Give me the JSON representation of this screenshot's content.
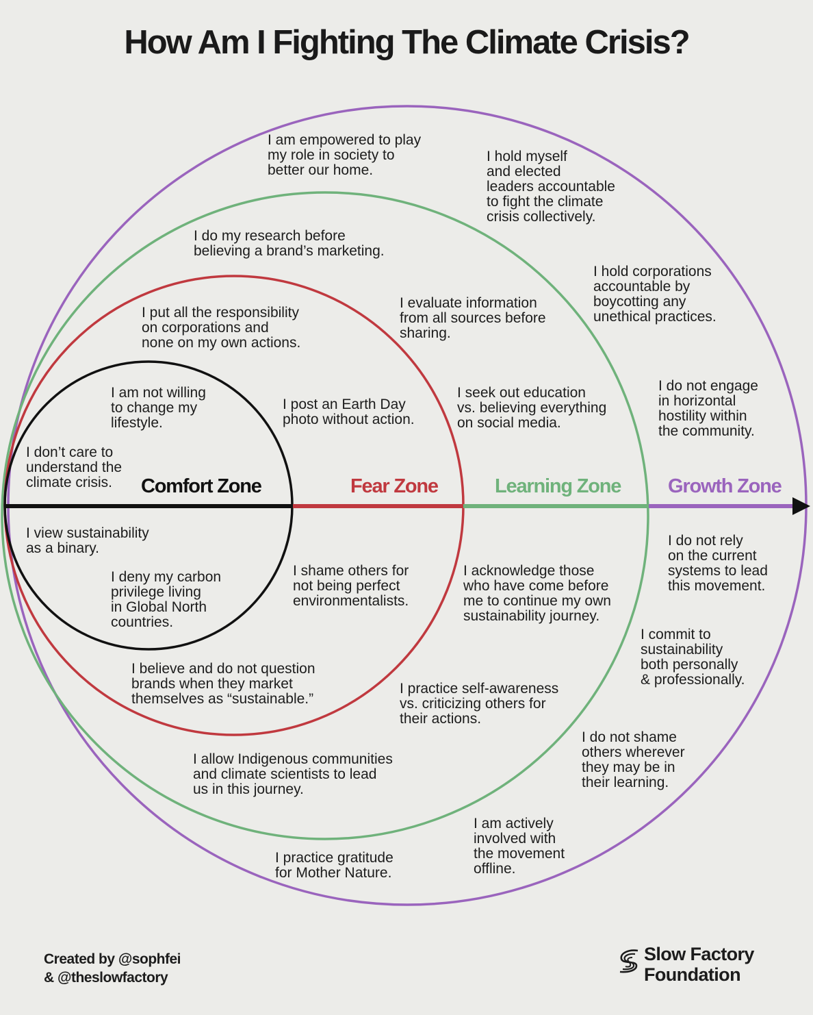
{
  "title": "How Am I Fighting The Climate Crisis?",
  "colors": {
    "comfort": "#111111",
    "fear": "#c0393f",
    "learning": "#6fb27b",
    "growth": "#9a64bd",
    "background": "#ecece9"
  },
  "zones": {
    "comfort": "Comfort Zone",
    "fear": "Fear Zone",
    "learning": "Learning Zone",
    "growth": "Growth Zone"
  },
  "statements": {
    "comfort": [
      "I am not willing\nto change my\nlifestyle.",
      "I don’t care to\nunderstand the\nclimate crisis.",
      "I view sustainability\nas a binary.",
      "I deny my carbon\nprivilege living\nin Global North\ncountries."
    ],
    "fear": [
      "I put all the responsibility\non corporations and\nnone on my own actions.",
      "I post an Earth Day\nphoto without action.",
      "I shame others for\nnot being perfect\nenvironmentalists.",
      "I believe and do not question\nbrands when they market\nthemselves as “sustainable.”"
    ],
    "learning": [
      "I do my research before\nbelieving a brand’s marketing.",
      "I evaluate information\nfrom all sources before\nsharing.",
      "I seek out education\nvs. believing everything\non social media.",
      "I acknowledge those\nwho have come before\nme to continue my own\nsustainability journey.",
      "I practice self-awareness\nvs. criticizing others for\ntheir actions.",
      "I allow Indigenous communities\nand climate scientists to lead\nus in this journey."
    ],
    "growth": [
      "I am empowered to play\nmy role in society to\nbetter our home.",
      "I hold myself\nand elected\nleaders accountable\nto fight the climate\ncrisis collectively.",
      "I hold corporations\naccountable by\nboycotting any\nunethical practices.",
      "I do not engage\nin horizontal\nhostility within\nthe community.",
      "I do not rely\non the current\nsystems to lead\nthis movement.",
      "I commit to\nsustainability\nboth personally\n& professionally.",
      "I do not shame\nothers wherever\nthey may be in\ntheir learning.",
      "I am actively\ninvolved with\nthe movement\noffline.",
      "I practice gratitude\nfor Mother Nature."
    ]
  },
  "footer": {
    "credit": "Created by @sophfei\n& @theslowfactory",
    "brand": "Slow Factory\nFoundation",
    "brand_icon": "slow-factory-logo-icon"
  }
}
